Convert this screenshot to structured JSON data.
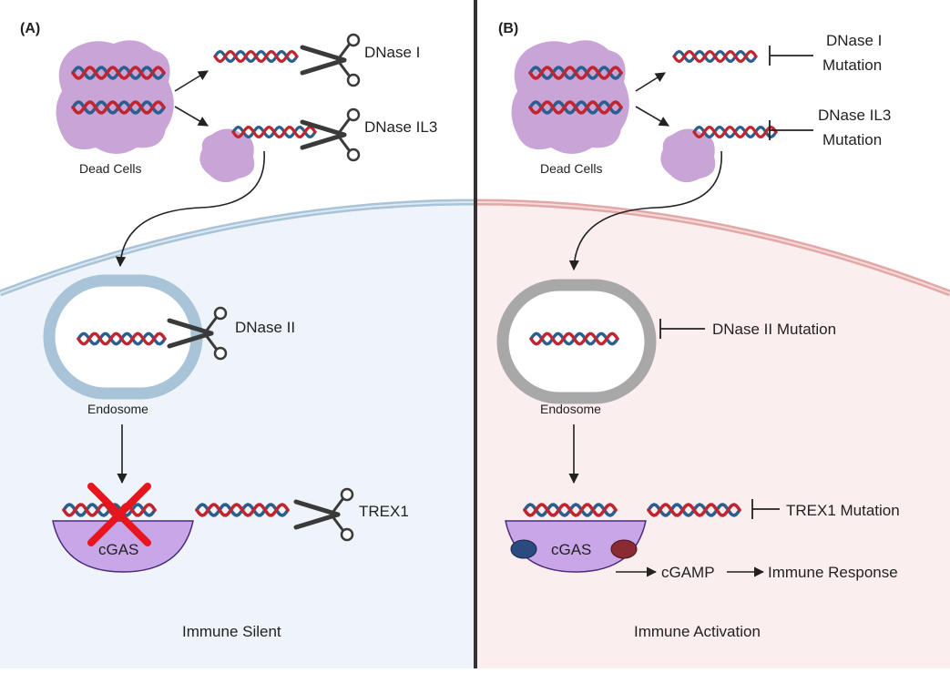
{
  "colors": {
    "dna_red": "#c0262f",
    "dna_blue": "#2a5f8f",
    "cell_purple": "#c9a4d6",
    "cgas_purple": "#c8a6e8",
    "cross_red": "#e8141e",
    "left_bg": "#eef4f9",
    "right_bg": "#fbeeee",
    "divider": "#333333"
  },
  "panel_a": {
    "letter": "(A)",
    "dead_cells": "Dead Cells",
    "dnase1": "DNase I",
    "dnase1l3": "DNase IL3",
    "dnase2": "DNase II",
    "endosome": "Endosome",
    "cgas": "cGAS",
    "trex1": "TREX1",
    "outcome": "Immune Silent"
  },
  "panel_b": {
    "letter": "(B)",
    "dead_cells": "Dead Cells",
    "dnase1_line1": "DNase I",
    "dnase1_line2": "Mutation",
    "dnase1l3_line1": "DNase IL3",
    "dnase1l3_line2": "Mutation",
    "dnase2": "DNase II Mutation",
    "endosome": "Endosome",
    "cgas": "cGAS",
    "trex1": "TREX1 Mutation",
    "cgamp": "cGAMP",
    "immune_response": "Immune Response",
    "outcome": "Immune Activation"
  }
}
